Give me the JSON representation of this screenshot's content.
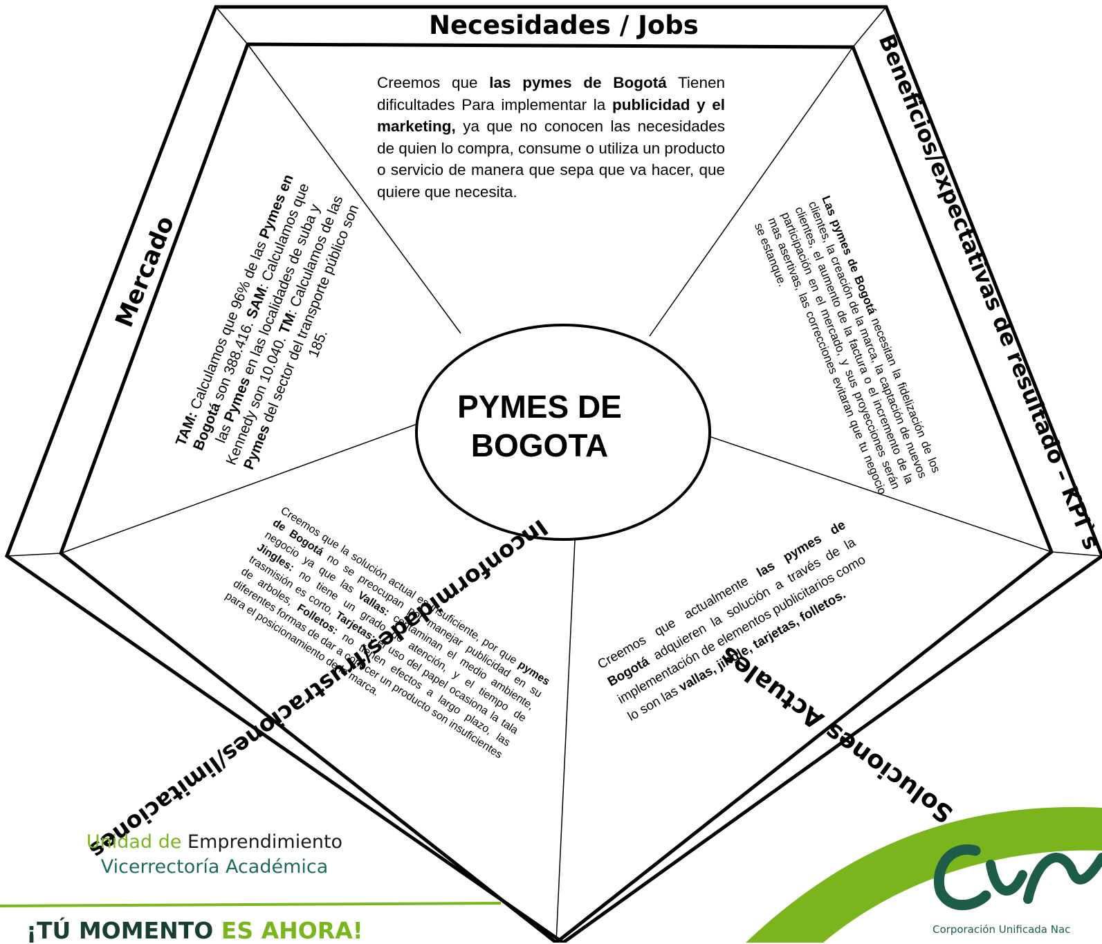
{
  "sections": {
    "top_title": "Necesidades / Jobs",
    "left_title": "Mercado",
    "right_title": "Beneficios/expectativas de resultado – KPI`s",
    "bottom_right_title": "Soluciones Actuales",
    "bottom_left_title": "Inconformidades/frustraciones/limitaciones"
  },
  "center": {
    "line1": "PYMES DE",
    "line2": "BOGOTA"
  },
  "needs": {
    "t1": "Creemos que ",
    "b1": "las pymes de Bogotá",
    "t2": " Tienen dificultades Para implementar la ",
    "b2": "publicidad y el marketing,",
    "t3": " ya que  no conocen las necesidades de quien lo compra, consume o utiliza un producto o servicio de manera que sepa que va hacer, que quiere que necesita."
  },
  "market": {
    "b1": "TAM:",
    "t1": " Calculamos que 96% de las ",
    "b2": "Pymes en Bogotá",
    "t2": " son 388.416.",
    "b3": "SAM",
    "t3": ":  Calculamos que las ",
    "b4": "Pymes",
    "t4": " en las localidades de suba y Kennedy son 10.040.",
    "b5": "TM",
    "t5": ": Calculamos de las ",
    "b6": "Pymes",
    "t6": " del sector del transporte público son 185."
  },
  "benefits": {
    "b1": "Las pymes de Bogotá",
    "t1": " necesitan la fidelización de los clientes, la creación de la marca, la captación de nuevos clientes, el aumento de la factura o el incremento de la participación en el mercado, y sus proyecciones serán mas asertivas, las correcciones evitaran que tu negocio se estanque."
  },
  "solutions": {
    "t1": "Creemos que actualmente ",
    "b1": "las pymes de Bogotá",
    "t2": " adquieren la solución a través de la implementación de elementos publicitarios como lo son las ",
    "b2": "vallas, jingle, tarjetas, folletos."
  },
  "frustrations": {
    "t1": "Creemos que la solución actual es insuficiente, por que ",
    "b1": "pymes de Bogotá",
    "t2": " no se preocupan por manejar publicidad en su negocio ya que las ",
    "b2": "Vallas:",
    "t3": " contaminan el medio ambiente, ",
    "b3": "Jingles:",
    "t4": " no tiene un grado de atención, y el tiempo de trasmisión es corto, ",
    "b4": "Tarjetas:",
    "t5": " el uso del papel ocasiona la tala de arboles, ",
    "b5": "Folletos:",
    "t6": " no tienen efectos a largo plazo,  las diferentes formas de dar a conocer un producto son insuficientes para el posicionamiento de la marca."
  },
  "footer": {
    "unit_word1": "Unidad de",
    "unit_word2": "Emprendimiento",
    "vice": "Vicerrectoría Académica",
    "slogan_part1": "¡TÚ MOMENTO",
    "slogan_part2": " ES AHORA!",
    "corp_name": "Corporación Unificada Nac"
  },
  "colors": {
    "brand_green": "#7ab51d",
    "brand_dark_green": "#1c5c48",
    "line": "#000000"
  },
  "icons": [
    "cun-logo-icon",
    "green-swoosh-icon"
  ]
}
